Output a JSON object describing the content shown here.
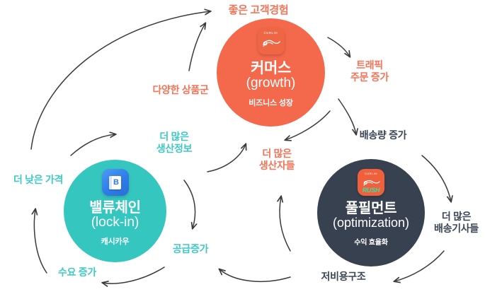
{
  "diagram": {
    "title": "Commerce / Value Chain / Fulfillment virtuous cycle",
    "background": "#FFFFFF",
    "colors": {
      "coral": "#F47458",
      "coral_circle": "#F4694C",
      "teal": "#3FC9C4",
      "teal_circle": "#36C6C0",
      "navy": "#3B4657",
      "navy_circle": "#37414F",
      "arrow": "#3A3A3A",
      "rush_green": "#35E0A1",
      "brand_blue": "#2F7CE8"
    }
  },
  "nodes": [
    {
      "id": "commerce",
      "icon_name": "commerce-app-icon",
      "icon_brandword": "CURLOI",
      "title_ko": "커머스",
      "title_en": "(growth)",
      "subtitle": "비즈니스 성장",
      "color": "#F4694C"
    },
    {
      "id": "valuechain",
      "icon_name": "value-chain-app-icon",
      "icon_letter": "B",
      "title_ko": "밸류체인",
      "title_en": "(lock-in)",
      "subtitle": "캐시카우",
      "color": "#36C6C0"
    },
    {
      "id": "fulfillment",
      "icon_name": "fulfillment-app-icon",
      "icon_brandword": "CURLOI",
      "icon_rushword": "RUSH",
      "title_ko": "풀필먼트",
      "title_en": "(optimization)",
      "subtitle": "수익 효율화",
      "color": "#37414F"
    }
  ],
  "labels": [
    {
      "id": "good-customer-experience",
      "text": "좋은 고객경험",
      "color_key": "coral"
    },
    {
      "id": "traffic-order-increase",
      "text": "트래픽\n주문 증가",
      "color_key": "coral"
    },
    {
      "id": "delivery-volume-increase",
      "text": "배송량 증가",
      "color_key": "navy"
    },
    {
      "id": "more-delivery-drivers",
      "text": "더 많은\n배송기사들",
      "color_key": "navy"
    },
    {
      "id": "low-cost-structure",
      "text": "저비용구조",
      "color_key": "navy"
    },
    {
      "id": "more-producers",
      "text": "더 많은\n생산자들",
      "color_key": "coral"
    },
    {
      "id": "supply-increase",
      "text": "공급증가",
      "color_key": "teal"
    },
    {
      "id": "demand-increase",
      "text": "수요 증가",
      "color_key": "teal"
    },
    {
      "id": "lower-price",
      "text": "더 낮은 가격",
      "color_key": "teal"
    },
    {
      "id": "more-production-info",
      "text": "더 많은\n생산정보",
      "color_key": "teal"
    },
    {
      "id": "diverse-product-range",
      "text": "다양한 상품군",
      "color_key": "coral"
    }
  ]
}
